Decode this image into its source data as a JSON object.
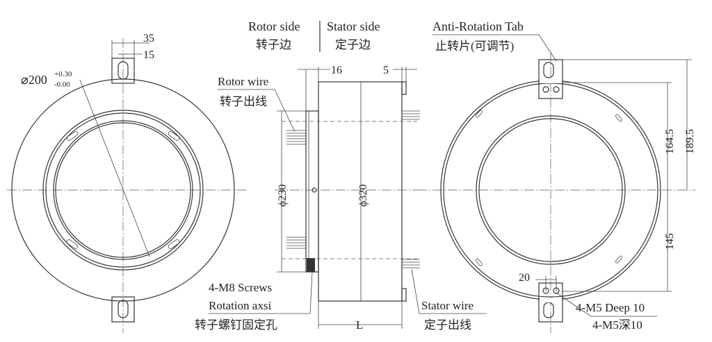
{
  "labels": {
    "dim_35": "35",
    "dim_15": "15",
    "dim_bore": "⌀200",
    "tol_upper": "+0.30",
    "tol_lower": "-0.00",
    "rotor_side_en": "Rotor side",
    "rotor_side_cn": "转子边",
    "stator_side_en": "Stator side",
    "stator_side_cn": "定子边",
    "rotor_wire_en": "Rotor wire",
    "rotor_wire_cn": "转子出线",
    "dim_16": "16",
    "dim_5": "5",
    "dim_230": "ϕ230",
    "dim_320": "ϕ320",
    "screws_en": "4-M8 Screws",
    "rotation_en": "Rotation axsi",
    "screws_cn": "转子螺钉固定孔",
    "dim_L": "L",
    "stator_wire_en": "Stator wire",
    "stator_wire_cn": "定子出线",
    "anti_rot_en": "Anti-Rotation Tab",
    "anti_rot_cn": "止转片(可调节)",
    "dim_164": "164.5",
    "dim_189": "189.5",
    "dim_145": "145",
    "dim_20": "20",
    "m5_en": "4-M5 Deep 10",
    "m5_cn": "4-M5深10"
  }
}
